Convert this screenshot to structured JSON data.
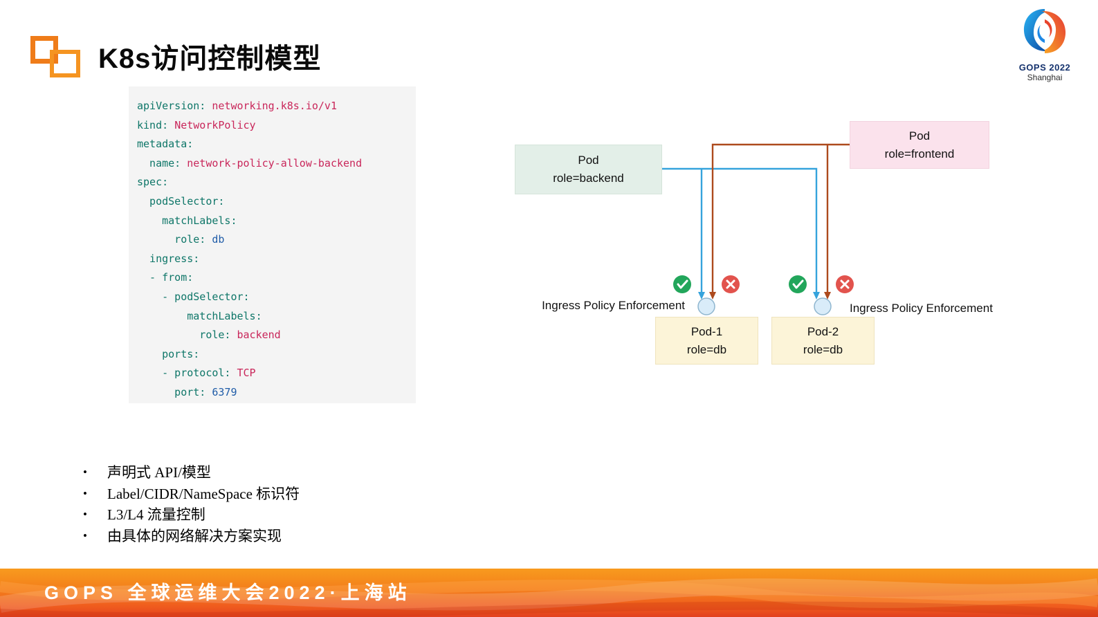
{
  "header": {
    "title": "K8s访问控制模型"
  },
  "logo": {
    "title": "GOPS 2022",
    "subtitle": "Shanghai"
  },
  "code_block": {
    "lines": [
      {
        "segments": [
          {
            "text": "apiVersion: ",
            "type": "key"
          },
          {
            "text": "networking.k8s.io/v1",
            "type": "red"
          }
        ]
      },
      {
        "segments": [
          {
            "text": "kind: ",
            "type": "key"
          },
          {
            "text": "NetworkPolicy",
            "type": "red"
          }
        ]
      },
      {
        "segments": [
          {
            "text": "metadata:",
            "type": "key"
          }
        ]
      },
      {
        "segments": [
          {
            "text": "  name: ",
            "type": "key"
          },
          {
            "text": "network-policy-allow-backend",
            "type": "red"
          }
        ]
      },
      {
        "segments": [
          {
            "text": "spec:",
            "type": "key"
          }
        ]
      },
      {
        "segments": [
          {
            "text": "  podSelector:",
            "type": "key"
          }
        ]
      },
      {
        "segments": [
          {
            "text": "    matchLabels:",
            "type": "key"
          }
        ]
      },
      {
        "segments": [
          {
            "text": "      role: ",
            "type": "key"
          },
          {
            "text": "db",
            "type": "blue"
          }
        ]
      },
      {
        "segments": [
          {
            "text": "  ingress:",
            "type": "key"
          }
        ]
      },
      {
        "segments": [
          {
            "text": "  - from:",
            "type": "key"
          }
        ]
      },
      {
        "segments": [
          {
            "text": "    - podSelector:",
            "type": "key"
          }
        ]
      },
      {
        "segments": [
          {
            "text": "        matchLabels:",
            "type": "key"
          }
        ]
      },
      {
        "segments": [
          {
            "text": "          role: ",
            "type": "key"
          },
          {
            "text": "backend",
            "type": "red"
          }
        ]
      },
      {
        "segments": [
          {
            "text": "    ports:",
            "type": "key"
          }
        ]
      },
      {
        "segments": [
          {
            "text": "    - protocol: ",
            "type": "key"
          },
          {
            "text": "TCP",
            "type": "red"
          }
        ]
      },
      {
        "segments": [
          {
            "text": "      port: ",
            "type": "key"
          },
          {
            "text": "6379",
            "type": "blue"
          }
        ]
      }
    ]
  },
  "diagram": {
    "backend_pod": {
      "title": "Pod",
      "subtitle": "role=backend"
    },
    "frontend_pod": {
      "title": "Pod",
      "subtitle": "role=frontend"
    },
    "pod1": {
      "title": "Pod-1",
      "subtitle": "role=db"
    },
    "pod2": {
      "title": "Pod-2",
      "subtitle": "role=db"
    },
    "left_label": "Ingress Policy Enforcement",
    "right_label": "Ingress Policy Enforcement",
    "colors": {
      "backend_flow": "#35a3dc",
      "frontend_flow": "#ad4a1d",
      "allow": "#22a65b",
      "deny": "#e2534d"
    }
  },
  "bullets": [
    "声明式 API/模型",
    "Label/CIDR/NameSpace 标识符",
    "L3/L4 流量控制",
    "由具体的网络解决方案实现"
  ],
  "footer": {
    "text": "GOPS 全球运维大会2022·上海站"
  }
}
